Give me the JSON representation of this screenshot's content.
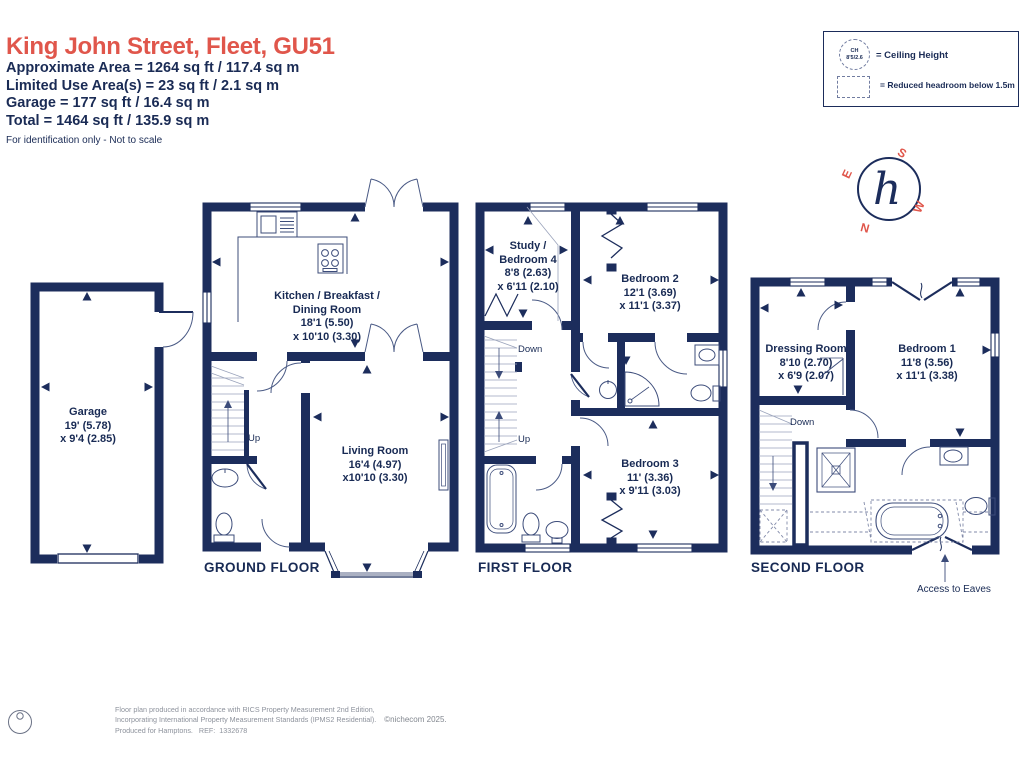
{
  "header": {
    "title": "King John Street, Fleet, GU51",
    "line1": "Approximate Area = 1264 sq ft / 117.4 sq m",
    "line2": "Limited Use Area(s) = 23 sq ft / 2.1 sq m",
    "line3": "Garage = 177 sq ft / 16.4 sq m",
    "line4": "Total = 1464 sq ft / 135.9 sq m",
    "disclaimer": "For identification only - Not to scale"
  },
  "legend": {
    "circle_line1": "CH",
    "circle_line2": "8'5/2.6",
    "ceiling_label": "= Ceiling Height",
    "headroom_label": "= Reduced headroom below 1.5m"
  },
  "compass": {
    "letter_n": "N",
    "letter_s": "S",
    "letter_e": "E",
    "letter_w": "W",
    "monogram": "h"
  },
  "plans": {
    "garage": {
      "name": "Garage",
      "dim1": "19' (5.78)",
      "dim2": "x 9'4 (2.85)"
    },
    "ground": {
      "floor_label": "GROUND FLOOR",
      "kitchen_l1": "Kitchen / Breakfast /",
      "kitchen_l2": "Dining Room",
      "kitchen_dim1": "18'1 (5.50)",
      "kitchen_dim2": "x 10'10 (3.30)",
      "living_name": "Living Room",
      "living_dim1": "16'4 (4.97)",
      "living_dim2": "x10'10 (3.30)",
      "stair_up": "Up"
    },
    "first": {
      "floor_label": "FIRST FLOOR",
      "study_l1": "Study /",
      "study_l2": "Bedroom 4",
      "study_dim1": "8'8 (2.63)",
      "study_dim2": "x 6'11 (2.10)",
      "bed2_name": "Bedroom 2",
      "bed2_dim1": "12'1 (3.69)",
      "bed2_dim2": "x 11'1 (3.37)",
      "bed3_name": "Bedroom 3",
      "bed3_dim1": "11' (3.36)",
      "bed3_dim2": "x 9'11 (3.03)",
      "stair_down": "Down",
      "stair_up": "Up"
    },
    "second": {
      "floor_label": "SECOND FLOOR",
      "dressing_name": "Dressing Room",
      "dressing_dim1": "8'10 (2.70)",
      "dressing_dim2": "x 6'9 (2.07)",
      "bed1_name": "Bedroom 1",
      "bed1_dim1": "11'8 (3.56)",
      "bed1_dim2": "x 11'1 (3.38)",
      "stair_down": "Down",
      "eaves_label": "Access to Eaves"
    }
  },
  "footer": {
    "line1": "Floor plan produced in accordance with RICS Property Measurement 2nd Edition,",
    "line2": "Incorporating International Property Measurement Standards (IPMS2 Residential).",
    "copyright": "©nichecom 2025.",
    "line3": "Produced for Hamptons.   REF:  1332678"
  },
  "colors": {
    "wall": "#1c2d5c",
    "accent": "#e0564b",
    "fixture": "#3c4c7a",
    "muted": "#8d929c"
  }
}
